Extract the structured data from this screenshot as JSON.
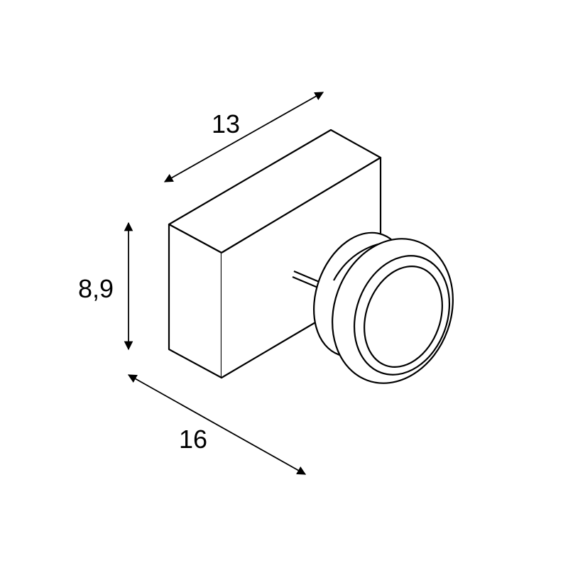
{
  "dimensions": {
    "width": "13",
    "height": "8,9",
    "depth": "16"
  },
  "colors": {
    "line": "#000000",
    "background": "#ffffff"
  }
}
